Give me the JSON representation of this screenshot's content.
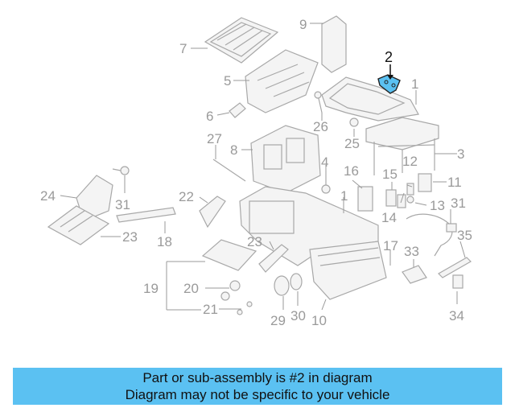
{
  "diagram": {
    "highlighted_part": "2",
    "part_numbers": [
      "1",
      "1",
      "2",
      "3",
      "4",
      "5",
      "6",
      "7",
      "8",
      "9",
      "10",
      "11",
      "12",
      "13",
      "14",
      "15",
      "16",
      "17",
      "18",
      "19",
      "20",
      "21",
      "22",
      "23",
      "24",
      "25",
      "26",
      "27",
      "28",
      "29",
      "30",
      "31",
      "32",
      "33",
      "34",
      "35"
    ]
  },
  "banner": {
    "line1": "Part or sub-assembly is #2 in diagram",
    "line2": "Diagram may not be specific to your vehicle",
    "background": "#5bc1f2"
  },
  "colors": {
    "highlight": "#5bc1f2",
    "parts": "#a8a8a8"
  }
}
